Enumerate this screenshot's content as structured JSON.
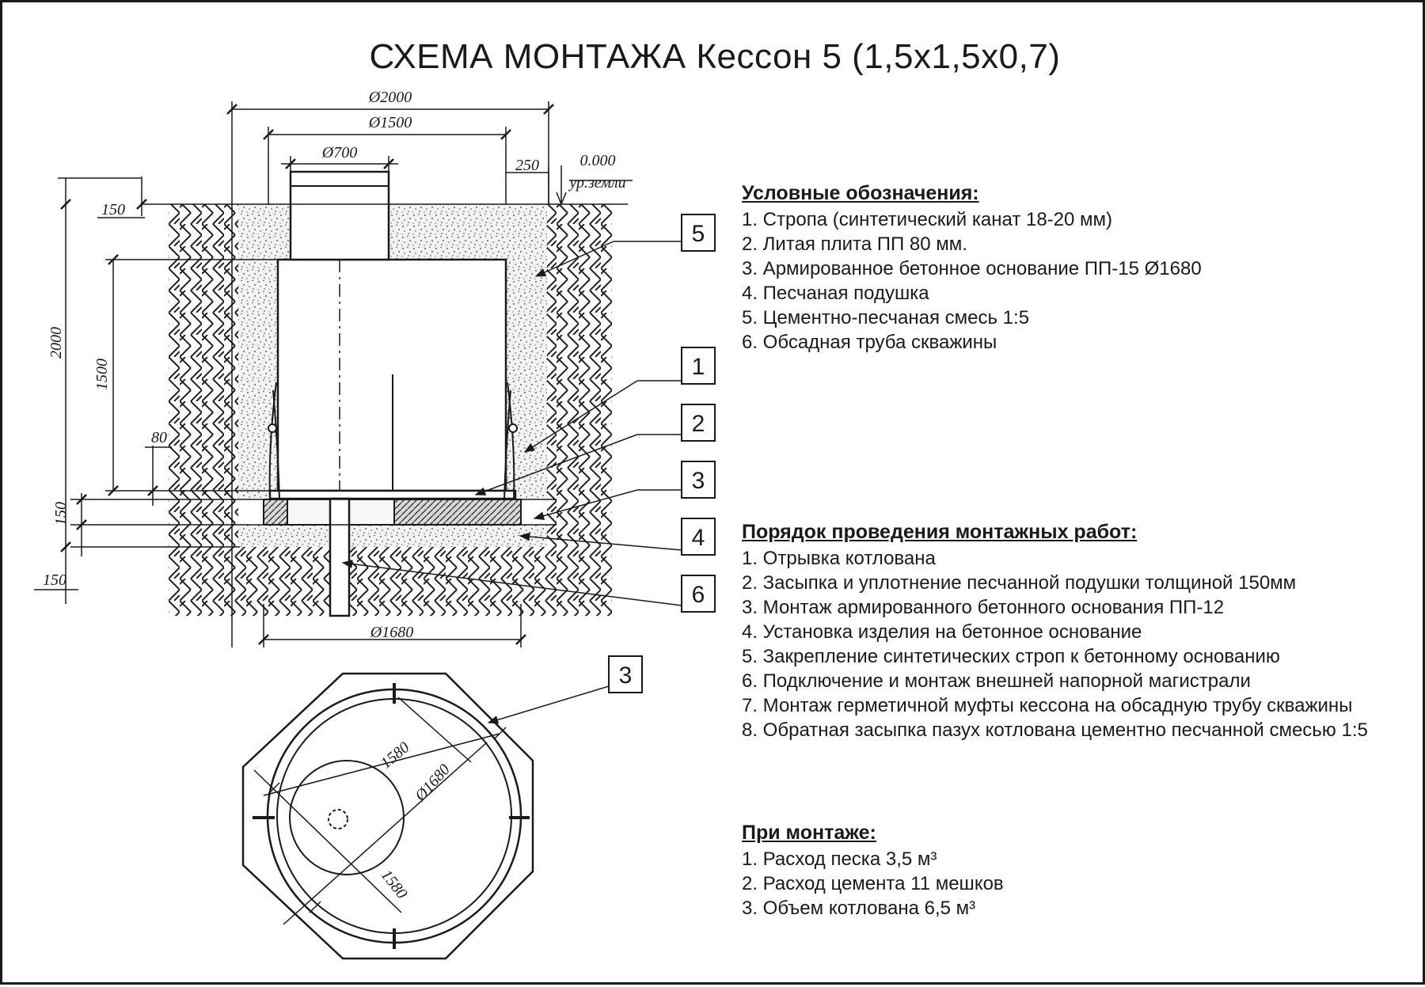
{
  "title": "СХЕМА МОНТАЖА Кессон 5 (1,5х1,5х0,7)",
  "dimensions": {
    "d2000": "Ø2000",
    "d1500": "Ø1500",
    "d700": "Ø700",
    "d250": "250",
    "level_value": "0.000",
    "level_label": "ур.земли",
    "h150_top": "150",
    "h2000": "2000",
    "h1500": "1500",
    "h80": "80",
    "h150_mid": "150",
    "h150_bottom": "150",
    "d1680_bottom": "Ø1680",
    "plan_1580_a": "1580",
    "plan_1680": "Ø1680",
    "plan_1580_b": "1580"
  },
  "callouts": [
    "5",
    "1",
    "2",
    "3",
    "4",
    "6"
  ],
  "plan_callout": "3",
  "legend": {
    "heading": "Условные обозначения:",
    "items": [
      "1. Стропа (синтетический канат 18-20 мм)",
      "2. Литая плита ПП 80 мм.",
      "3. Армированное бетонное основание ПП-15 Ø1680",
      "4. Песчаная подушка",
      "5. Цементно-песчаная смесь 1:5",
      "6. Обсадная труба скважины"
    ]
  },
  "procedure": {
    "heading": "Порядок проведения монтажных работ:",
    "items": [
      "1. Отрывка котлована",
      "2. Засыпка и уплотнение песчанной подушки толщиной 150мм",
      "3. Монтаж армированного бетонного основания ПП-12",
      "4. Установка изделия на бетонное основание",
      "5. Закрепление синтетических строп к бетонному основанию",
      "6. Подключение и монтаж внешней напорной магистрали",
      "7. Монтаж герметичной муфты кессона на обсадную трубу скважины",
      "8. Обратная засыпка пазух котлована цементно песчанной смесью 1:5"
    ]
  },
  "mounting": {
    "heading": "При монтаже:",
    "items": [
      "1. Расход песка 3,5 м³",
      "2. Расход цемента 11 мешков",
      "3. Объем котлована 6,5 м³"
    ]
  }
}
